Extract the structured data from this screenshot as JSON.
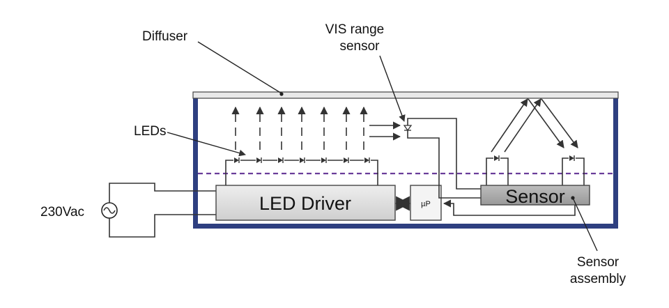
{
  "labels": {
    "diffuser": "Diffuser",
    "vis_line1": "VIS range",
    "vis_line2": "sensor",
    "leds": "LEDs",
    "source": "230Vac",
    "led_driver": "LED Driver",
    "microprocessor": "µP",
    "sensor": "Sensor",
    "assembly_line1": "Sensor",
    "assembly_line2": "assembly"
  },
  "colors": {
    "enclosure": "#2e3f80",
    "divider_dashed": "#6a3d9a",
    "box_fill": "#d9d9d9",
    "sensor_fill": "#a6a6a6",
    "wire": "#333333"
  }
}
